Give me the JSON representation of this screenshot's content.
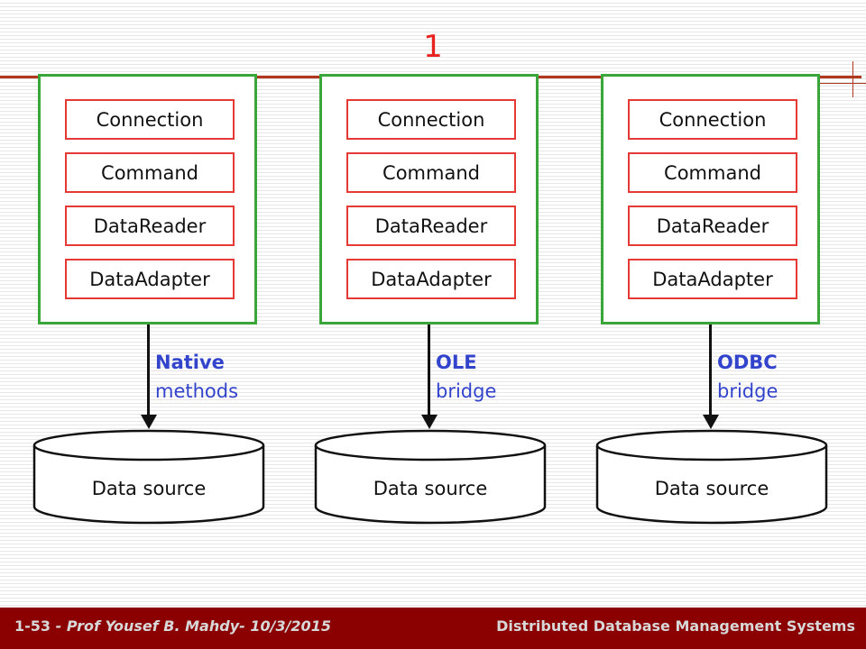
{
  "slide": {
    "title": "1"
  },
  "providers": [
    {
      "components": [
        "Connection",
        "Command",
        "DataReader",
        "DataAdapter"
      ],
      "bridge": {
        "line1": "Native",
        "line2": "methods"
      },
      "data_source": "Data source"
    },
    {
      "components": [
        "Connection",
        "Command",
        "DataReader",
        "DataAdapter"
      ],
      "bridge": {
        "line1": "OLE",
        "line2": "bridge"
      },
      "data_source": "Data source"
    },
    {
      "components": [
        "Connection",
        "Command",
        "DataReader",
        "DataAdapter"
      ],
      "bridge": {
        "line1": "ODBC",
        "line2": "bridge"
      },
      "data_source": "Data source"
    }
  ],
  "footer": {
    "page_prefix": "1-",
    "page_number": "53",
    "author_date": " - Prof  Yousef  B. Mahdy- 10/3/2015",
    "course": "Distributed Database Management Systems"
  },
  "colors": {
    "provider_border": "#3aa63a",
    "component_border": "#e53935",
    "bridge_text": "#3344cc",
    "title": "#e8231f",
    "footer_bg": "#8b0000"
  }
}
